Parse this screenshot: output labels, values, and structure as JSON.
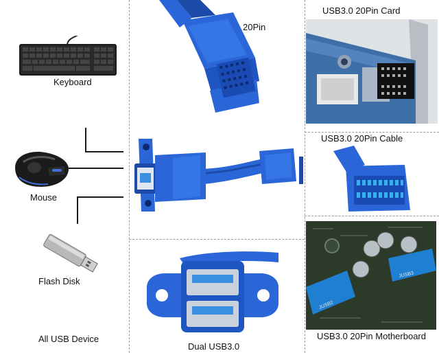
{
  "labels": {
    "keyboard": "Keyboard",
    "mouse": "Mouse",
    "flash_disk": "Flash Disk",
    "all_usb_device": "All USB Device",
    "pin20": "20Pin",
    "dual_usb3": "Dual USB3.0",
    "card": "USB3.0 20Pin Card",
    "cable": "USB3.0 20Pin Cable",
    "motherboard": "USB3.0 20Pin Motherboard"
  },
  "motherboard_marks": {
    "header_a": "JUSB2",
    "header_b": "JUSB3"
  },
  "colors": {
    "connector_blue": "#2a66d8",
    "connector_blue_dark": "#1c4aa8",
    "port_blue": "#3a8fe0",
    "divider": "#9a9a9a",
    "pcb_dark": "#2c3a2a",
    "card_board": "#3f6fa7"
  },
  "icons": [
    "keyboard-icon",
    "mouse-icon",
    "flash-disk-icon",
    "header-connector-icon",
    "dual-usb-panel-icon",
    "adapter-cable-icon",
    "expansion-card-icon",
    "cable-end-icon",
    "motherboard-icon"
  ]
}
